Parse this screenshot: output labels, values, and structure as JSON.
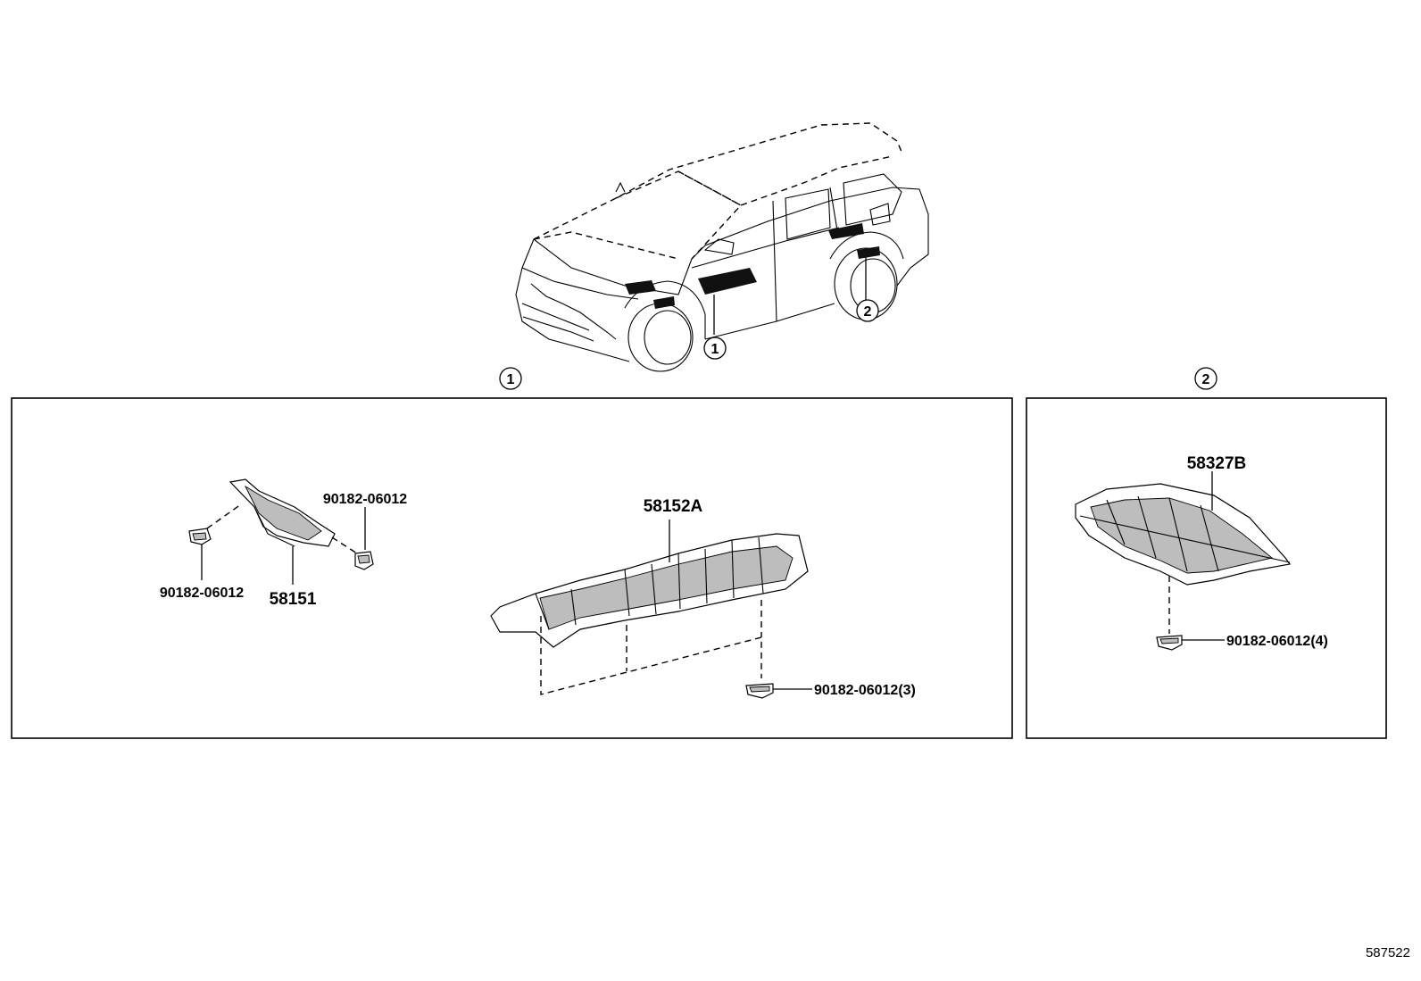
{
  "callouts": {
    "one": "1",
    "two": "2"
  },
  "parts": {
    "p58151": "58151",
    "p58152A": "58152A",
    "p58327B": "58327B",
    "clip_upper": "90182-06012",
    "clip_lower": "90182-06012",
    "clip_x3": "90182-06012(3)",
    "clip_x4": "90182-06012(4)"
  },
  "footer": {
    "diagram_id": "587522"
  }
}
